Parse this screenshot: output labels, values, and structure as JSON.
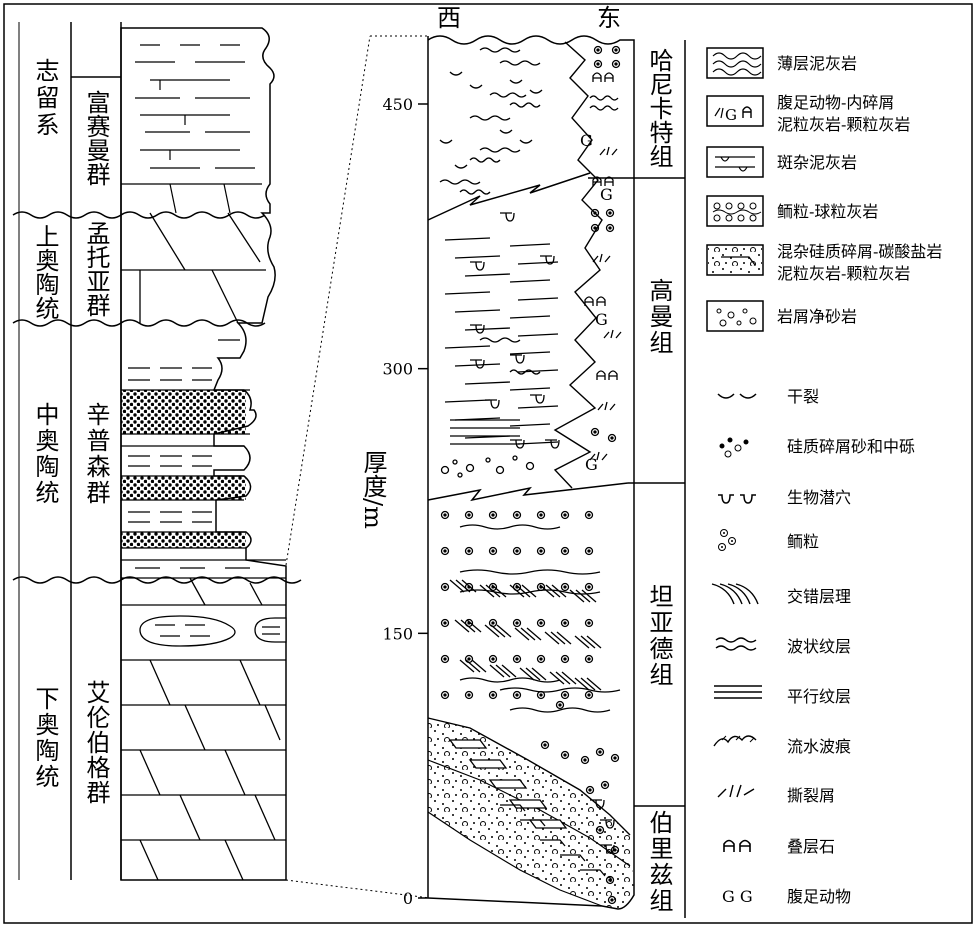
{
  "left_column": {
    "system_labels": [
      "志留系",
      "上奥陶统",
      "中奥陶统",
      "下奥陶统"
    ],
    "group_labels": [
      "富赛曼群",
      "孟托亚群",
      "辛普森群",
      "艾伦伯格群"
    ]
  },
  "section": {
    "direction_west": "西",
    "direction_east": "东",
    "axis_label": "厚度/m",
    "ticks": [
      {
        "value": 450,
        "label": "450"
      },
      {
        "value": 300,
        "label": "300"
      },
      {
        "value": 150,
        "label": "150"
      },
      {
        "value": 0,
        "label": "0"
      }
    ],
    "formations": [
      "哈尼卡特组",
      "高曼组",
      "坦亚德组",
      "伯里兹组"
    ]
  },
  "legend": {
    "lithology": [
      {
        "key": "thin-mudstone",
        "lines": [
          "薄层泥灰岩"
        ]
      },
      {
        "key": "gastropod-intraclast",
        "lines": [
          "腹足动物-内碎屑",
          "泥粒灰岩-颗粒灰岩"
        ]
      },
      {
        "key": "mottled-mudstone",
        "lines": [
          "斑杂泥灰岩"
        ]
      },
      {
        "key": "oolitic-peloidal",
        "lines": [
          "鲕粒-球粒灰岩"
        ]
      },
      {
        "key": "mixed-siliciclastic",
        "lines": [
          "混杂硅质碎屑-碳酸盐岩",
          "泥粒灰岩-颗粒灰岩"
        ]
      },
      {
        "key": "clastic-sandstone",
        "lines": [
          "岩屑净砂岩"
        ]
      }
    ],
    "structures": [
      {
        "key": "mudcrack",
        "label": "干裂"
      },
      {
        "key": "siliciclastic-gravel",
        "label": "硅质碎屑砂和中砾"
      },
      {
        "key": "burrows",
        "label": "生物潜穴"
      },
      {
        "key": "ooids",
        "label": "鲕粒"
      },
      {
        "key": "cross-bedding",
        "label": "交错层理"
      },
      {
        "key": "wavy-lamination",
        "label": "波状纹层"
      },
      {
        "key": "parallel-lamination",
        "label": "平行纹层"
      },
      {
        "key": "current-ripple",
        "label": "流水波痕"
      },
      {
        "key": "rip-up-clasts",
        "label": "撕裂屑"
      },
      {
        "key": "stromatolite",
        "label": "叠层石"
      },
      {
        "key": "gastropod",
        "label": "腹足动物",
        "glyph": "G G"
      }
    ]
  }
}
